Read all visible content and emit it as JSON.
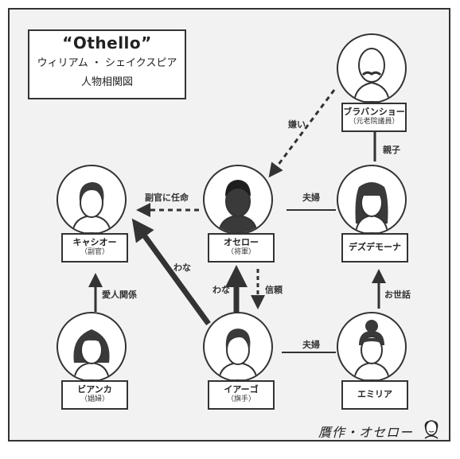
{
  "header": {
    "title": "“Othello”",
    "author": "ウィリアム ・ シェイクスピア",
    "subtitle": "人物相関図"
  },
  "characters": {
    "brabantio": {
      "name": "ブラバンショー",
      "role": "（元老院議員）"
    },
    "cassio": {
      "name": "キャシオー",
      "role": "（副官）"
    },
    "othello": {
      "name": "オセロー",
      "role": "（将軍）"
    },
    "desdemona": {
      "name": "デズデモーナ"
    },
    "bianca": {
      "name": "ビアンカ",
      "role": "（娼婦）"
    },
    "iago": {
      "name": "イアーゴ",
      "role": "（旗手）"
    },
    "emilia": {
      "name": "エミリア"
    }
  },
  "relations": {
    "hate": "嫌い",
    "parent_child": "親子",
    "appoint": "副官に任命",
    "married_top": "夫婦",
    "trap_left": "わな",
    "trap_up": "わな",
    "trust": "信頼",
    "lovers": "愛人関係",
    "caretaker": "お世話",
    "married_bottom": "夫婦"
  },
  "signature": "贋作・オセロー",
  "colors": {
    "line": "#333333",
    "skin": "#ffffff",
    "hair": "#3a3a3a",
    "background": "#f2f2f2"
  }
}
